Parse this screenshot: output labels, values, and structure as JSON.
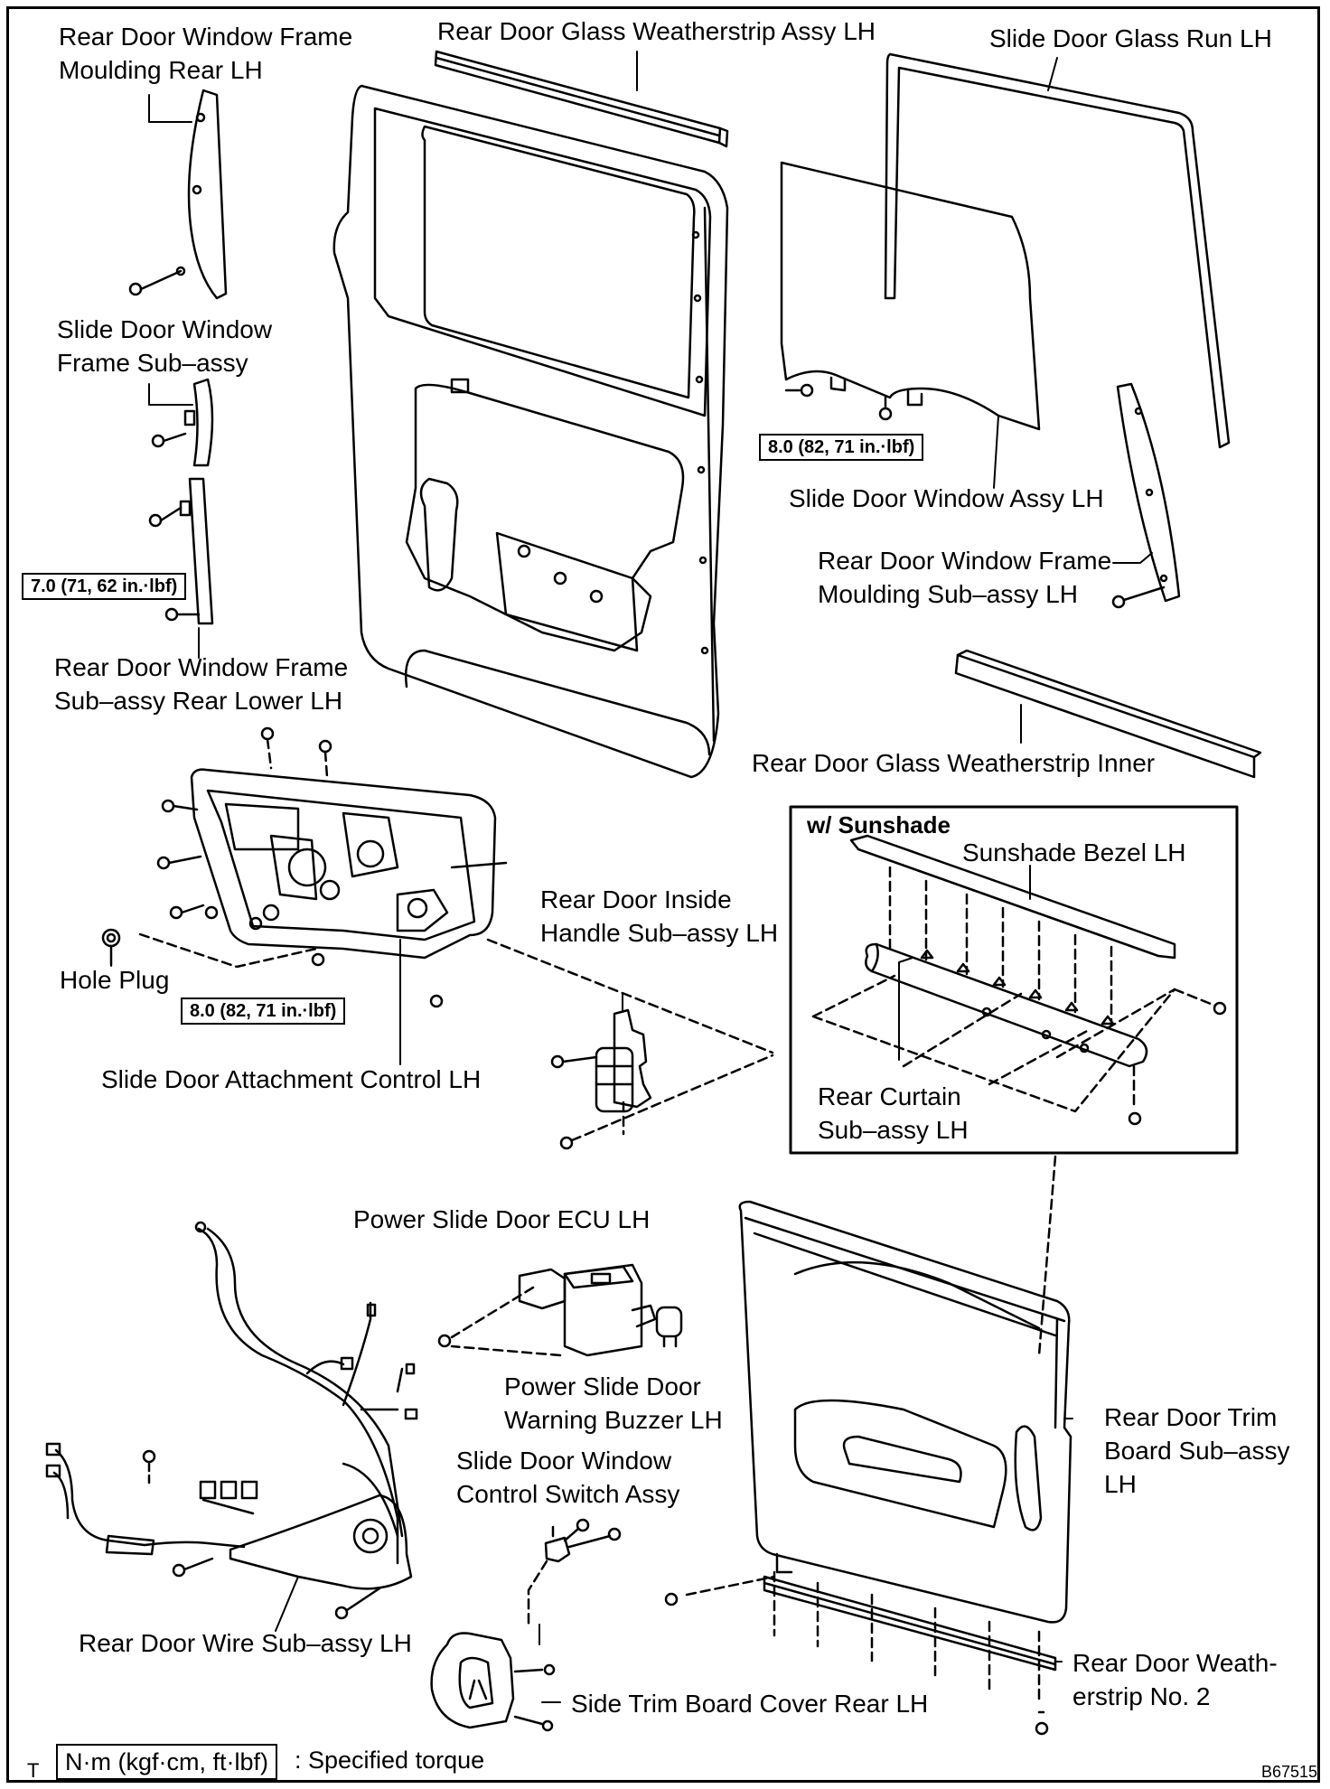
{
  "figure_code": "B67515",
  "corner_mark": "T",
  "inset": {
    "title": "w/ Sunshade"
  },
  "legend": {
    "unit": "N·m (kgf·cm, ft·lbf)",
    "meaning": ": Specified torque"
  },
  "torques": {
    "window_assy": "8.0 (82, 71 in.·lbf)",
    "frame_lower": "7.0 (71, 62 in.·lbf)",
    "attach_control": "8.0 (82, 71 in.·lbf)"
  },
  "labels": {
    "frame_moulding_rear": "Rear Door Window Frame\nMoulding Rear LH",
    "glass_weatherstrip_assy": "Rear Door Glass Weatherstrip Assy LH",
    "glass_run": "Slide Door Glass Run LH",
    "window_frame_subassy": "Slide Door Window\nFrame Sub–assy",
    "window_assy": "Slide Door Window Assy LH",
    "frame_moulding_subassy": "Rear Door Window Frame\nMoulding Sub–assy LH",
    "frame_rear_lower": "Rear Door Window Frame\nSub–assy Rear Lower LH",
    "weatherstrip_inner": "Rear Door Glass Weatherstrip Inner",
    "sunshade_bezel": "Sunshade Bezel LH",
    "inside_handle": "Rear Door Inside\nHandle Sub–assy LH",
    "hole_plug": "Hole Plug",
    "attach_control": "Slide Door Attachment Control LH",
    "rear_curtain": "Rear Curtain\nSub–assy LH",
    "ecu": "Power Slide Door ECU LH",
    "buzzer": "Power Slide Door\nWarning Buzzer LH",
    "trim_board": "Rear Door Trim\nBoard Sub–assy\nLH",
    "switch_assy": "Slide Door Window\nControl Switch Assy",
    "wire": "Rear Door Wire Sub–assy LH",
    "weatherstrip_no2": "Rear  Door  Weath-\nerstrip No. 2",
    "side_trim_cover": "Side Trim Board Cover Rear LH"
  }
}
